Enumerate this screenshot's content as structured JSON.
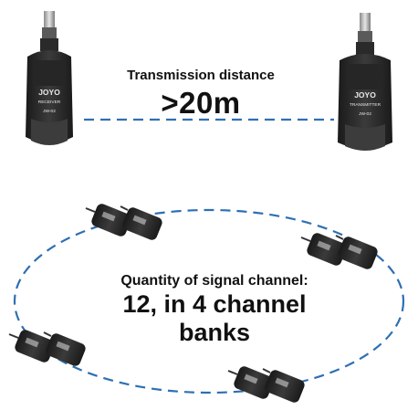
{
  "transmission": {
    "label": "Transmission distance",
    "value": ">20m"
  },
  "channels": {
    "label": "Quantity of signal channel:",
    "value": "12, in 4 channel banks"
  },
  "receiver": {
    "brand": "JOYO",
    "role": "RECEIVER",
    "model": "JW-02"
  },
  "transmitter": {
    "brand": "JOYO",
    "role": "TRANSMITTER",
    "model": "JW-02"
  },
  "colors": {
    "dash_line": "#2e6fb3",
    "device_body": "#2b2b2b",
    "text": "#111111"
  }
}
